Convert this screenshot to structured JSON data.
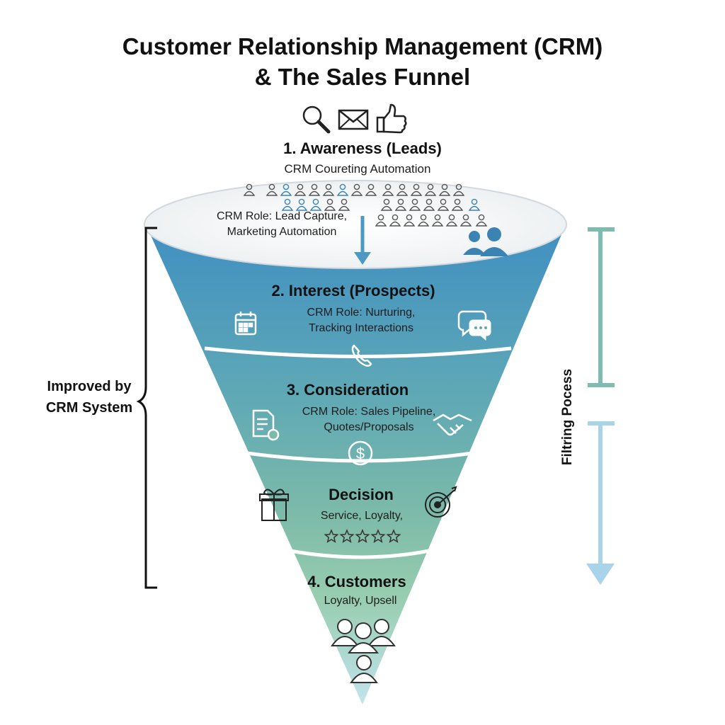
{
  "title": {
    "line1": "Customer Relationship Management (CRM)",
    "line2": "& The Sales Funnel"
  },
  "header_icons": [
    "magnifier-icon",
    "envelope-icon",
    "thumbs-up-icon"
  ],
  "stages": {
    "awareness": {
      "title": "1. Awareness (Leads)",
      "subtitle": "CRM Coureting Automation",
      "desc_line1": "CRM Role: Lead Capture,",
      "desc_line2": "Marketing Automation"
    },
    "interest": {
      "title": "2. Interest (Prospects)",
      "desc_line1": "CRM Role: Nurturing,",
      "desc_line2": "Tracking Interactions"
    },
    "consideration": {
      "title": "3. Consideration",
      "desc_line1": "CRM Role: Sales Pipeline,",
      "desc_line2": "Quotes/Proposals"
    },
    "decision": {
      "title": "Decision",
      "desc_line1": "Service, Loyalty,"
    },
    "customers": {
      "title": "4. Customers",
      "desc_line1": "Loyalty, Upsell"
    }
  },
  "side_label": {
    "line1": "Improved by",
    "line2": "CRM System"
  },
  "vertical_label": "Filtring Pocess",
  "colors": {
    "funnel_top": "#3f8fc2",
    "funnel_mid": "#7cbaa9",
    "funnel_bottom": "#a9d4e6",
    "filter_bar_teal": "#7fbcb0",
    "filter_arrow_blue": "#a8d3e8",
    "icon_blue": "#3b83b2"
  }
}
